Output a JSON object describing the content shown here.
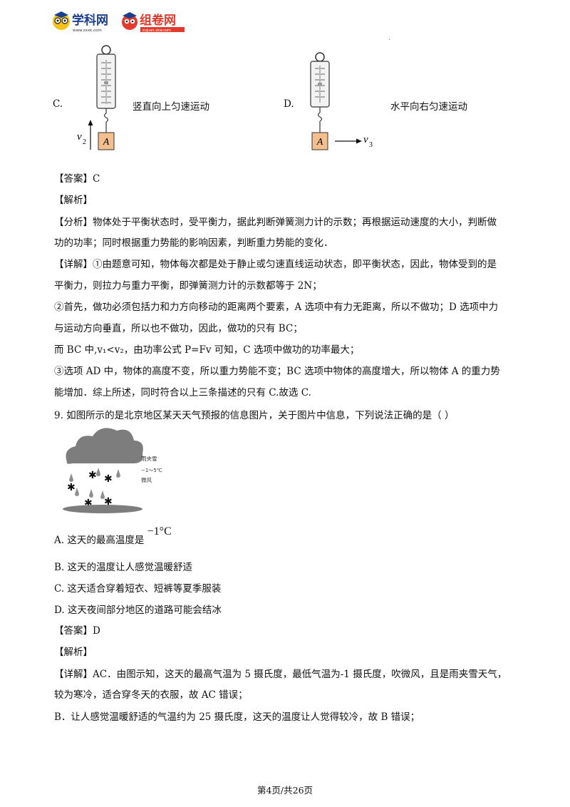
{
  "header": {
    "logo1_text": "学科网",
    "logo1_sub": "www.zxxk.com",
    "logo2_text": "组卷网",
    "logo2_sub": "zujuan.xkw.com"
  },
  "figure_options": [
    {
      "label": "C.",
      "caption": "竖直向上匀速运动",
      "block_letter": "A",
      "velocity": "v",
      "velocity_sub": "2"
    },
    {
      "label": "D.",
      "caption": "水平向右匀速运动",
      "block_letter": "A",
      "velocity": "v",
      "velocity_sub": "3"
    }
  ],
  "q8": {
    "answer": "【答案】C",
    "analysis_title": "【解析】",
    "lines": [
      "【分析】物体处于平衡状态时，受平衡力，据此判断弹簧测力计的示数；再根据运动速度的大小，判断做",
      "功的功率；同时根据重力势能的影响因素，判断重力势能的变化．",
      "【详解】①由题意可知，物体每次都是处于静止或匀速直线运动状态，即平衡状态，因此，物体受到的是",
      "平衡力，则拉力与重力平衡，即弹簧测力计的示数都等于 2N；",
      "②首先，做功必须包括力和力方向移动的距离两个要素，A 选项中有力无距离，所以不做功；D 选项中力",
      "与运动方向垂直，所以也不做功，因此，做功的只有 BC；",
      "而 BC 中,v₁<v₂，由功率公式 P=Fv 可知，C 选项中做功的功率最大；",
      "③选项 AD 中，物体的高度不变，所以重力势能不变；BC 选项中物体的高度增大，所以物体 A 的重力势",
      "能增加．综上所述，同时符合以上三条描述的只有 C.故选 C."
    ]
  },
  "q9": {
    "stem": "9.  如图所示的是北京地区某天天气预报的信息图片，关于图片中信息，下列说法正确的是（        ）",
    "weather": {
      "type": "雨夹雪",
      "temp": "−1～5℃",
      "wind": "微风"
    },
    "options": [
      {
        "text": "A.  这天的最高温度是",
        "math": "−1°C"
      },
      {
        "text": "B.  这天的温度让人感觉温暖舒适"
      },
      {
        "text": "C.  这天适合穿着短衣、短裤等夏季服装"
      },
      {
        "text": "D.  这天夜间部分地区的道路可能会结冰"
      }
    ],
    "answer": "【答案】D",
    "analysis_title": "【解析】",
    "lines": [
      "【详解】AC．由图示知，这天的最高气温为 5 摄氏度，最低气温为-1 摄氏度，吹微风，且是雨夹雪天气，",
      "较为寒冷，适合穿冬天的衣服，故 AC 错误；",
      "B．让人感觉温暖舒适的气温约为 25 摄氏度，这天的温度让人觉得较冷，故 B 错误；"
    ]
  },
  "footer": "第4页/共26页"
}
